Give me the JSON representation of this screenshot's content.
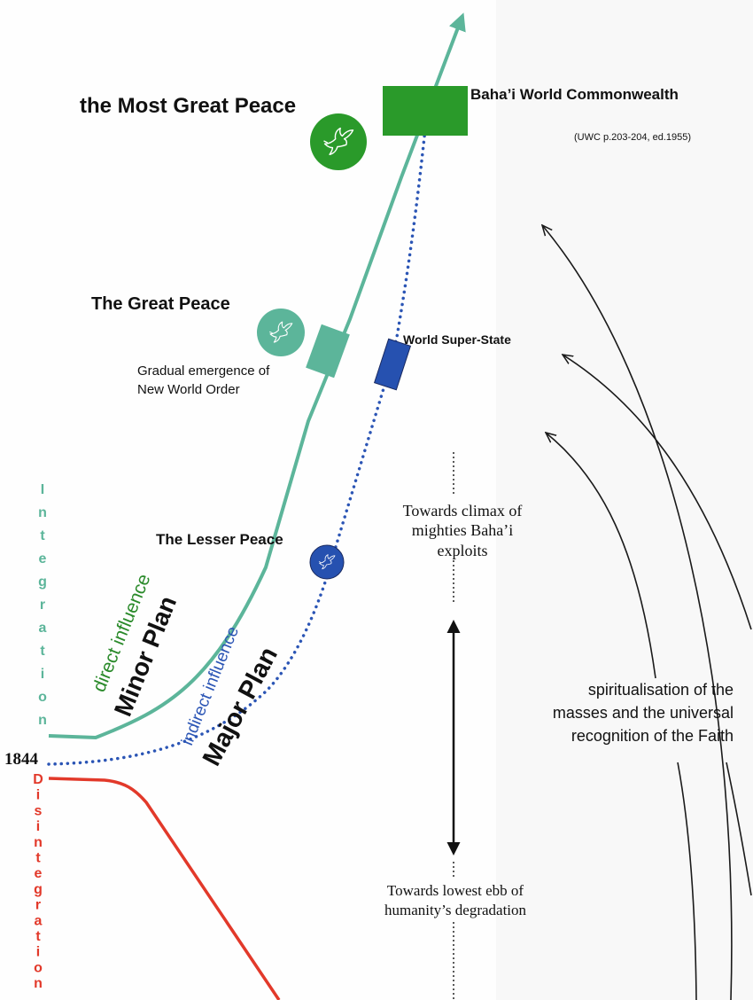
{
  "colors": {
    "integration_line": "#5cb59a",
    "major_plan_dots": "#2b55b5",
    "disintegration_line": "#e2392a",
    "peace_green_dark": "#2a9a2a",
    "peace_green_light": "#5cb59a",
    "peace_blue": "#2651b0",
    "faith_arrows": "#1a1a1a",
    "minor_plan_caption": "#2a8a2a",
    "major_plan_caption": "#2b55b5"
  },
  "peace_stages": {
    "most_great_peace": "the Most Great Peace",
    "great_peace": "The Great Peace",
    "lesser_peace": "The Lesser Peace"
  },
  "institutions": {
    "world_commonwealth": "Baha’i World Commonwealth",
    "world_commonwealth_ref": "(UWC p.203-204, ed.1955)",
    "world_super_state": "World Super-State",
    "new_world_order_line1": "Gradual emergence of",
    "new_world_order_line2": "New World Order"
  },
  "plans": {
    "minor_influence": "direct influence",
    "minor_name": "Minor Plan",
    "major_influence": "indirect influence",
    "major_name": "Major Plan"
  },
  "year": "1844",
  "vertical_labels": {
    "integration": [
      "I",
      "n",
      "t",
      "e",
      "g",
      "r",
      "a",
      "t",
      "i",
      "o",
      "n"
    ],
    "disintegration": [
      "D",
      "i",
      "s",
      "i",
      "n",
      "t",
      "e",
      "g",
      "r",
      "a",
      "t",
      "i",
      "o",
      "n"
    ]
  },
  "climax": {
    "line1": "Towards climax of",
    "line2": "mighties Baha’i",
    "line3": "exploits"
  },
  "ebb": {
    "line1": "Towards lowest ebb of",
    "line2": "humanity’s degradation"
  },
  "spiritualisation": {
    "line1": "spiritualisation of the",
    "line2": "masses and the universal",
    "line3": "recognition of the Faith"
  }
}
